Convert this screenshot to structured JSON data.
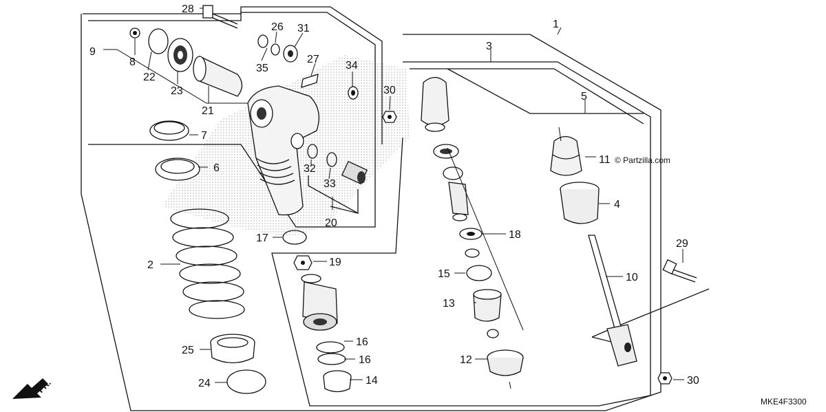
{
  "diagram": {
    "watermark": "© Partzilla.com",
    "code": "MKE4F3300",
    "direction_label": "FR.",
    "callouts": [
      {
        "id": "c1",
        "label": "1"
      },
      {
        "id": "c2",
        "label": "2"
      },
      {
        "id": "c3",
        "label": "3"
      },
      {
        "id": "c4",
        "label": "4"
      },
      {
        "id": "c5",
        "label": "5"
      },
      {
        "id": "c6",
        "label": "6"
      },
      {
        "id": "c7",
        "label": "7"
      },
      {
        "id": "c8",
        "label": "8"
      },
      {
        "id": "c9",
        "label": "9"
      },
      {
        "id": "c10",
        "label": "10"
      },
      {
        "id": "c11",
        "label": "11"
      },
      {
        "id": "c12",
        "label": "12"
      },
      {
        "id": "c13",
        "label": "13"
      },
      {
        "id": "c14",
        "label": "14"
      },
      {
        "id": "c15",
        "label": "15"
      },
      {
        "id": "c16a",
        "label": "16"
      },
      {
        "id": "c16b",
        "label": "16"
      },
      {
        "id": "c17",
        "label": "17"
      },
      {
        "id": "c18",
        "label": "18"
      },
      {
        "id": "c19",
        "label": "19"
      },
      {
        "id": "c20",
        "label": "20"
      },
      {
        "id": "c21",
        "label": "21"
      },
      {
        "id": "c22",
        "label": "22"
      },
      {
        "id": "c23",
        "label": "23"
      },
      {
        "id": "c24",
        "label": "24"
      },
      {
        "id": "c25",
        "label": "25"
      },
      {
        "id": "c26",
        "label": "26"
      },
      {
        "id": "c27",
        "label": "27"
      },
      {
        "id": "c28",
        "label": "28"
      },
      {
        "id": "c29",
        "label": "29"
      },
      {
        "id": "c30a",
        "label": "30"
      },
      {
        "id": "c30b",
        "label": "30"
      },
      {
        "id": "c31",
        "label": "31"
      },
      {
        "id": "c32",
        "label": "32"
      },
      {
        "id": "c33",
        "label": "33"
      },
      {
        "id": "c34",
        "label": "34"
      },
      {
        "id": "c35",
        "label": "35"
      }
    ]
  }
}
